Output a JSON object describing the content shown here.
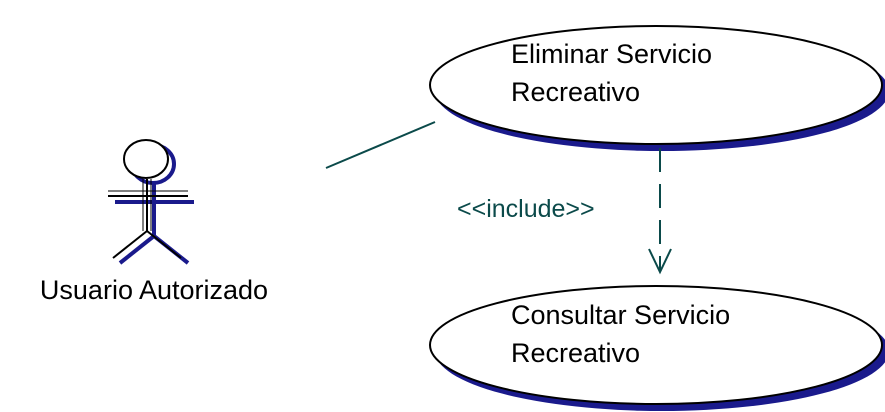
{
  "actor": {
    "name": "Usuario Autorizado"
  },
  "use_cases": {
    "eliminar": {
      "line1": "Eliminar Servicio",
      "line2": "Recreativo"
    },
    "consultar": {
      "line1": "Consultar Servicio",
      "line2": "Recreativo"
    }
  },
  "relationship": {
    "stereotype": "<<include>>"
  },
  "colors": {
    "shadow": "#1a1a8c",
    "association": "#0b4a4a",
    "include": "#0b4a4a",
    "outline": "#000000"
  }
}
